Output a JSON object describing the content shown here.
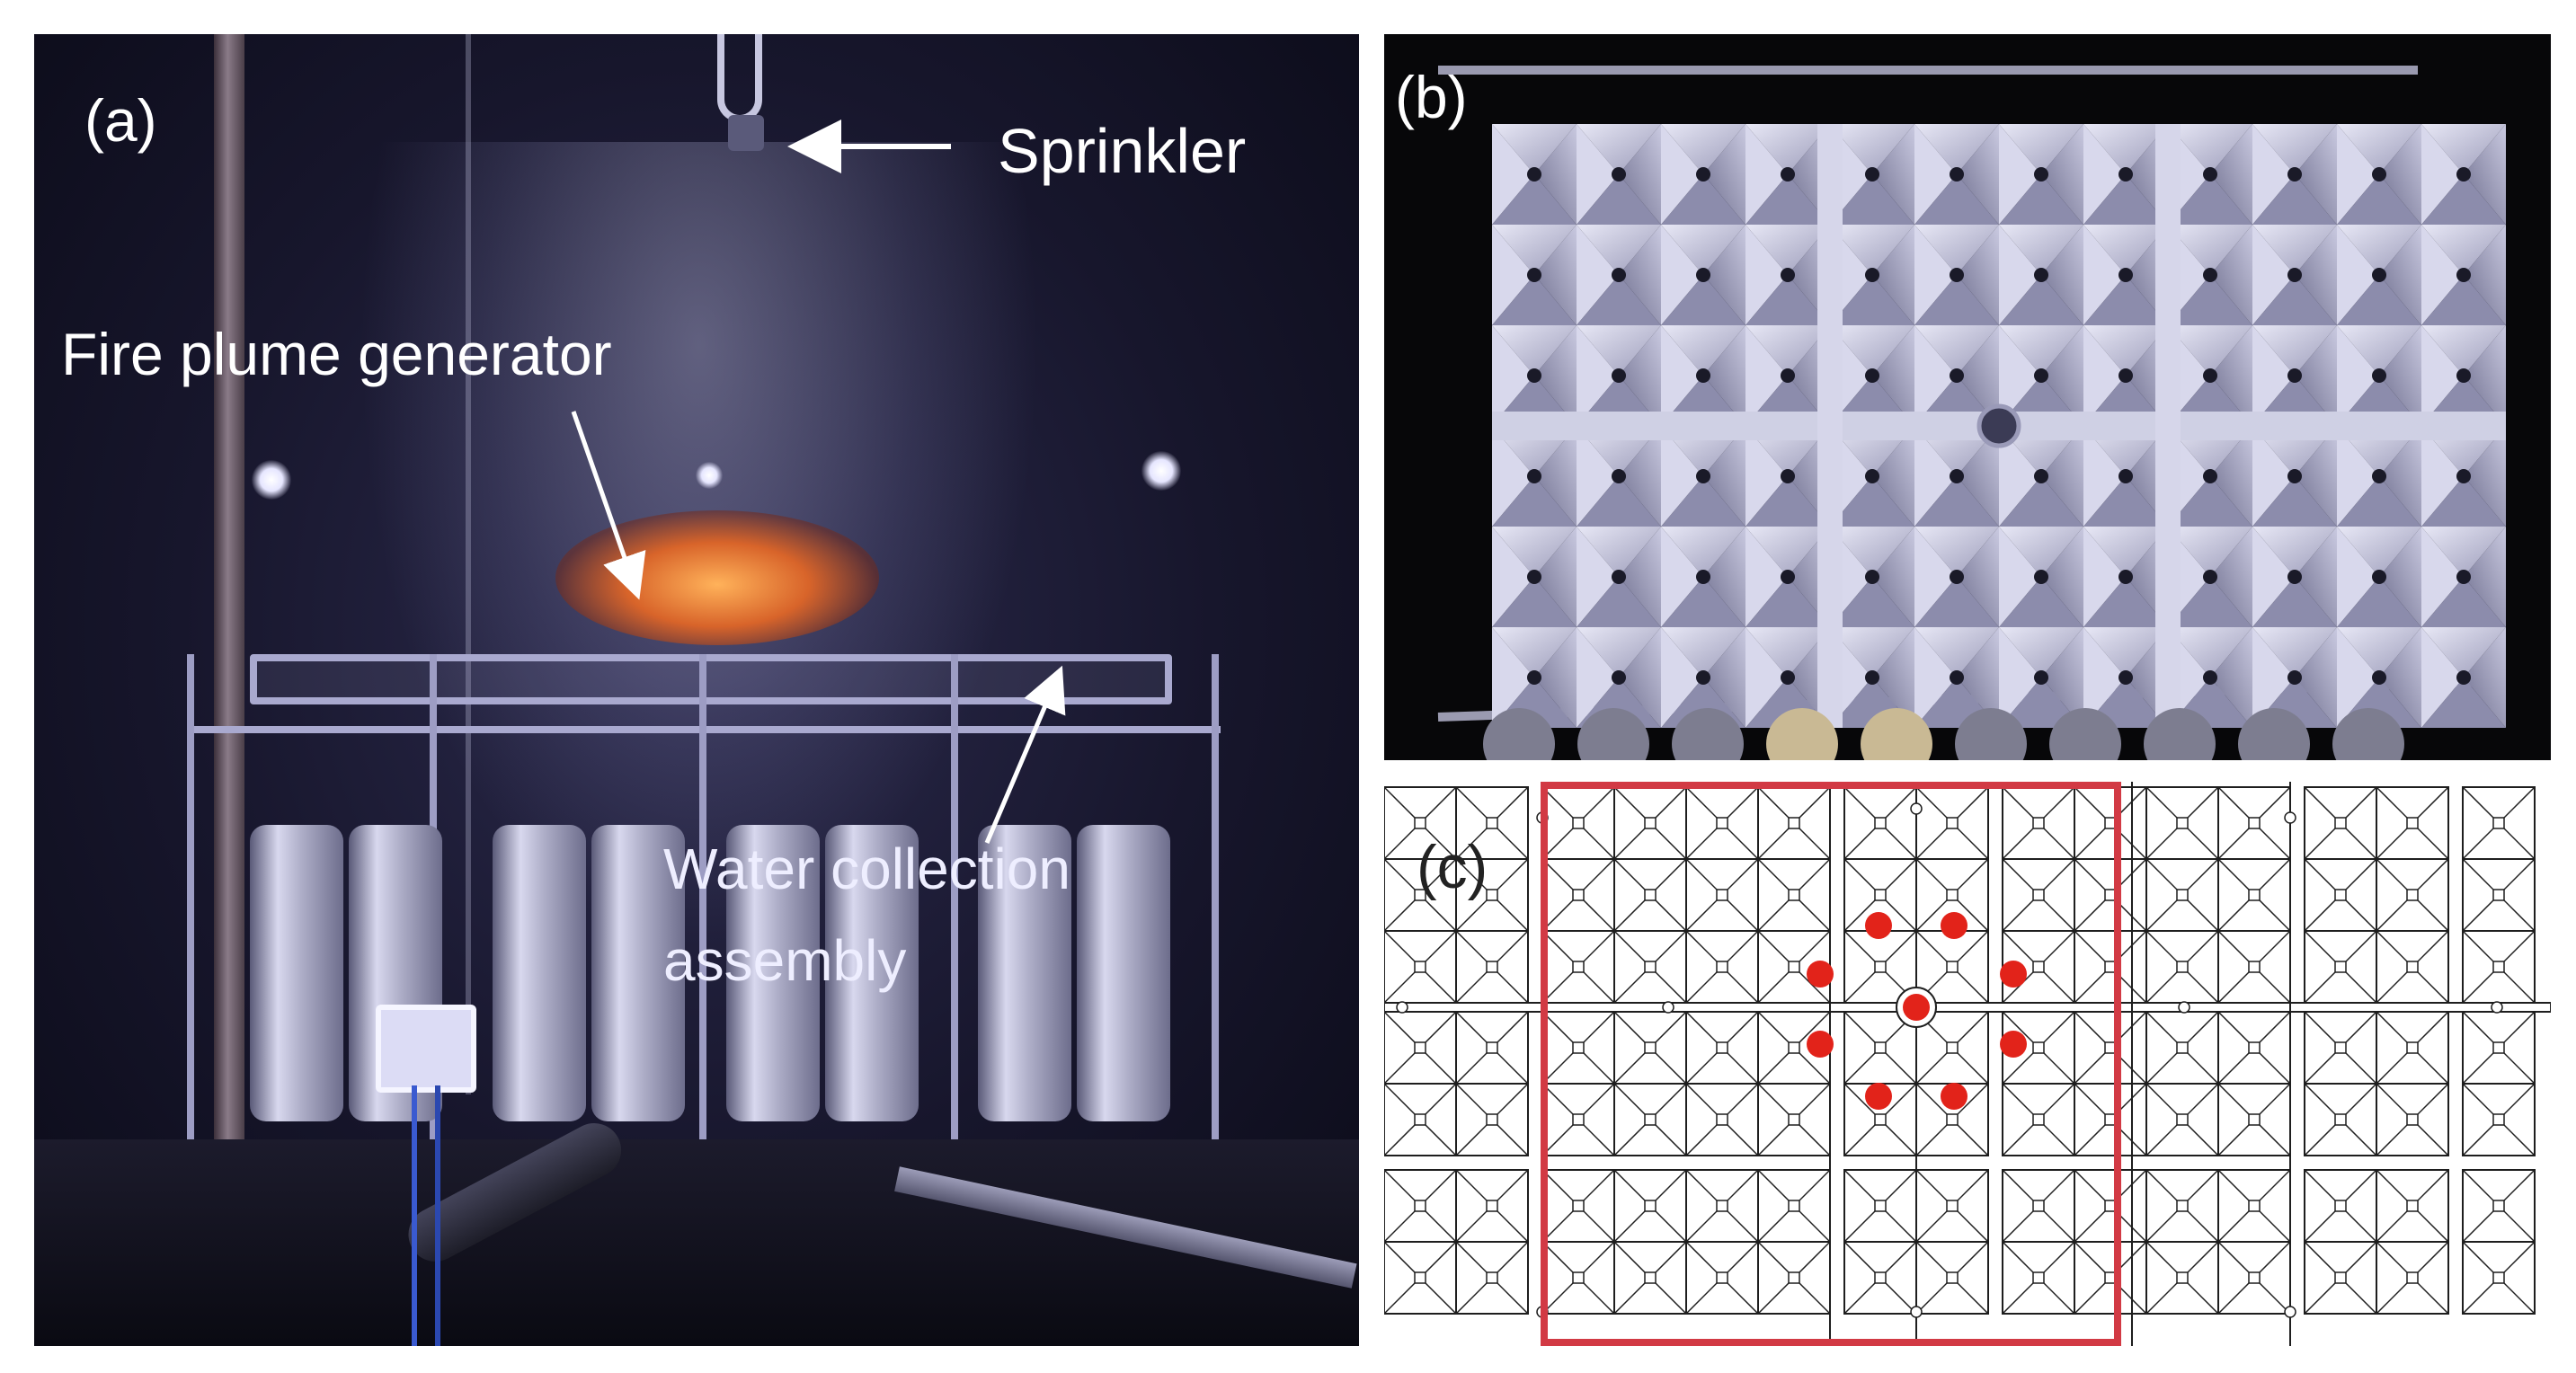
{
  "panels": {
    "a": {
      "label": "(a)",
      "annotations": {
        "sprinkler": "Sprinkler",
        "fire_plume_generator": "Fire plume generator",
        "water_collection_line1": "Water collection",
        "water_collection_line2": "assembly"
      }
    },
    "b": {
      "label": "(b)"
    },
    "c": {
      "label": "(c)"
    }
  },
  "colors": {
    "highlight_box": "#d23a44",
    "measurement_dot": "#e2231a",
    "annotation_arrow": "#ffffff"
  }
}
